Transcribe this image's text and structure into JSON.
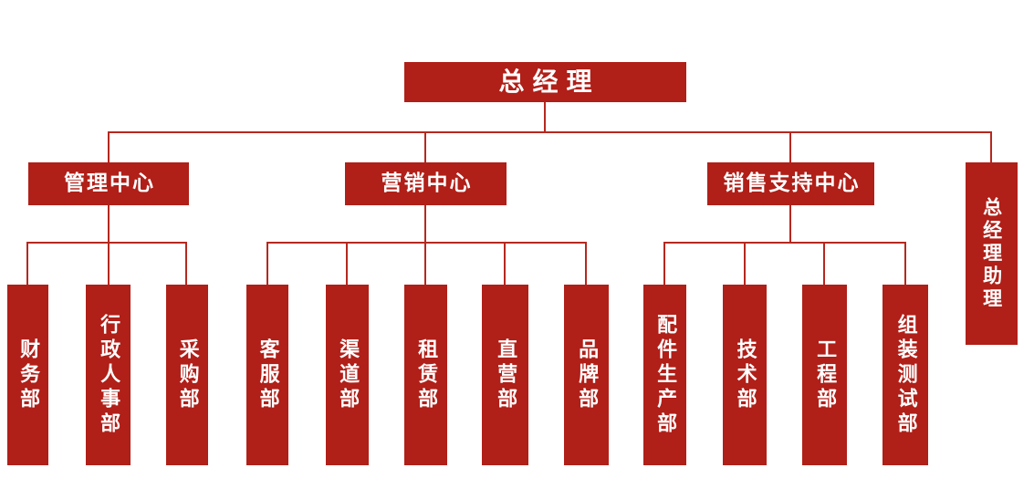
{
  "org_chart": {
    "type": "org-tree",
    "colors": {
      "box_fill": "#b01f18",
      "connector_line": "#b5281f",
      "label_text": "#ffffff",
      "background": "#ffffff"
    },
    "root": {
      "label": "总经理"
    },
    "centers": [
      {
        "label": "管理中心"
      },
      {
        "label": "营销中心"
      },
      {
        "label": "销售支持中心"
      }
    ],
    "assistant": {
      "label": "总经理助理",
      "reports_to": "总经理"
    },
    "departments": [
      {
        "label": "财务部",
        "parent": "管理中心"
      },
      {
        "label": "行政人事部",
        "parent": "管理中心"
      },
      {
        "label": "采购部",
        "parent": "管理中心"
      },
      {
        "label": "客服部",
        "parent": "营销中心"
      },
      {
        "label": "渠道部",
        "parent": "营销中心"
      },
      {
        "label": "租赁部",
        "parent": "营销中心"
      },
      {
        "label": "直营部",
        "parent": "营销中心"
      },
      {
        "label": "品牌部",
        "parent": "营销中心"
      },
      {
        "label": "配件生产部",
        "parent": "销售支持中心"
      },
      {
        "label": "技术部",
        "parent": "销售支持中心"
      },
      {
        "label": "工程部",
        "parent": "销售支持中心"
      },
      {
        "label": "组装测试部",
        "parent": "销售支持中心"
      }
    ]
  }
}
